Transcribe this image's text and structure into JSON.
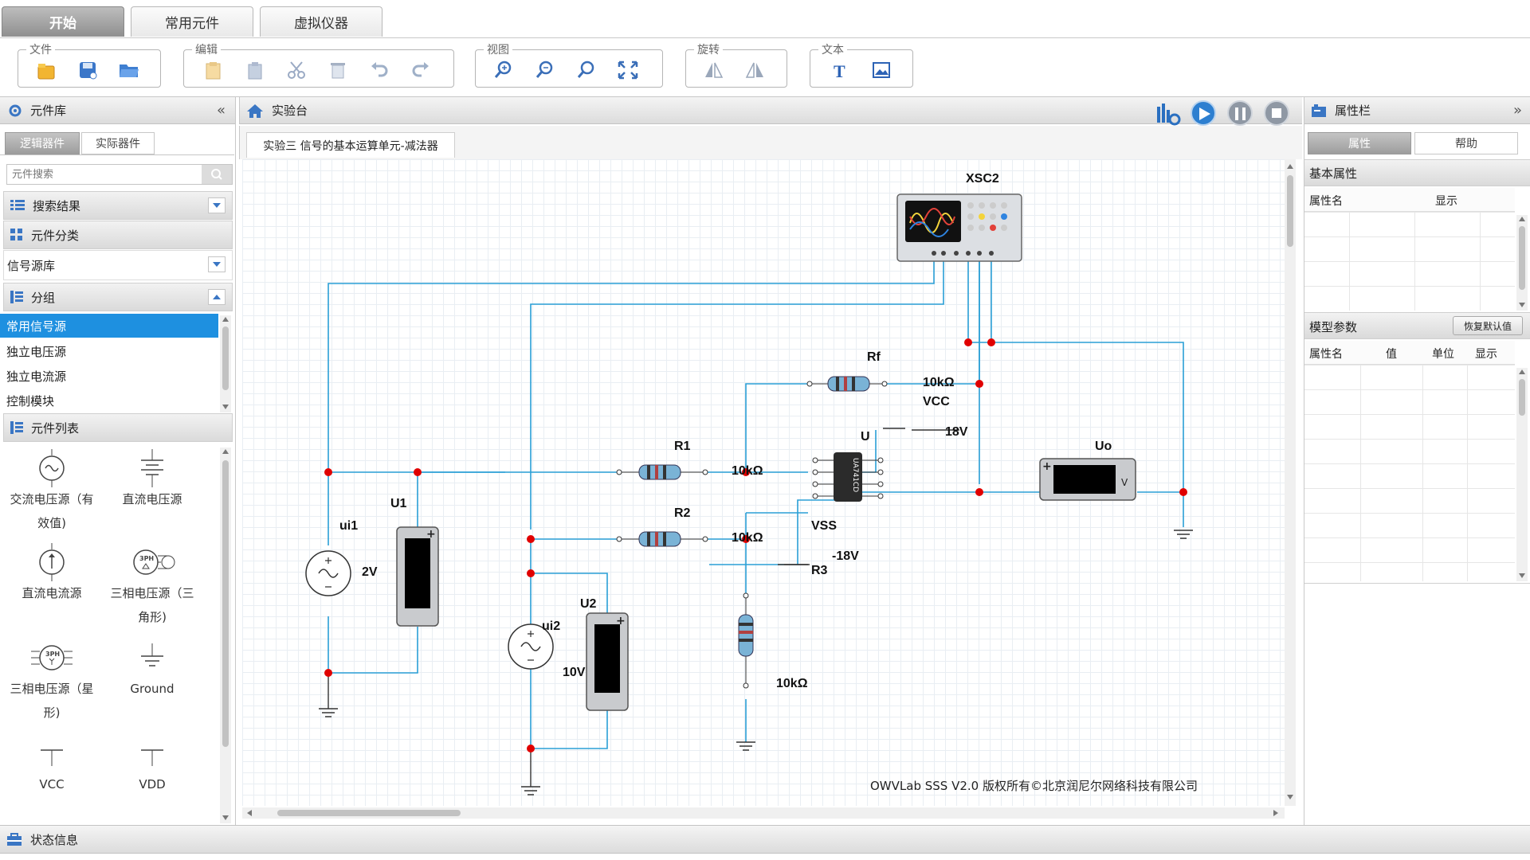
{
  "top_tabs": [
    {
      "label": "开始",
      "active": true
    },
    {
      "label": "常用元件",
      "active": false
    },
    {
      "label": "虚拟仪器",
      "active": false
    }
  ],
  "ribbon": {
    "groups": [
      {
        "title": "文件",
        "buttons": [
          "new-file",
          "save",
          "open-folder"
        ]
      },
      {
        "title": "编辑",
        "buttons": [
          "paste",
          "copy",
          "cut",
          "delete",
          "undo",
          "redo"
        ]
      },
      {
        "title": "视图",
        "buttons": [
          "zoom-in",
          "zoom-out",
          "zoom-fit",
          "fullscreen"
        ]
      },
      {
        "title": "旋转",
        "buttons": [
          "rotate-left",
          "flip"
        ]
      },
      {
        "title": "文本",
        "buttons": [
          "text",
          "image"
        ]
      }
    ]
  },
  "left_panel": {
    "title": "元件库",
    "tabs": [
      {
        "label": "逻辑器件",
        "active": true
      },
      {
        "label": "实际器件",
        "active": false
      }
    ],
    "search_placeholder": "元件搜索",
    "search_results_label": "搜索结果",
    "category_label": "元件分类",
    "category_value": "信号源库",
    "group_label": "分组",
    "groups": [
      {
        "label": "常用信号源",
        "selected": true
      },
      {
        "label": "独立电压源",
        "selected": false
      },
      {
        "label": "独立电流源",
        "selected": false
      },
      {
        "label": "控制模块",
        "selected": false
      }
    ],
    "list_label": "元件列表",
    "components": [
      {
        "name": "交流电压源（有效值)",
        "line1": "交流电压源（有",
        "line2": "效值)",
        "icon": "ac-source-icon"
      },
      {
        "name": "直流电压源",
        "line1": "直流电压源",
        "line2": "",
        "icon": "dc-source-icon"
      },
      {
        "name": "直流电流源",
        "line1": "直流电流源",
        "line2": "",
        "icon": "current-source-icon"
      },
      {
        "name": "三相电压源（三角形)",
        "line1": "三相电压源（三",
        "line2": "角形)",
        "icon": "three-phase-delta-icon"
      },
      {
        "name": "三相电压源（星形)",
        "line1": "三相电压源（星",
        "line2": "形)",
        "icon": "three-phase-star-icon"
      },
      {
        "name": "Ground",
        "line1": "Ground",
        "line2": "",
        "icon": "ground-icon"
      },
      {
        "name": "VCC",
        "line1": "VCC",
        "line2": "",
        "icon": "vcc-icon"
      },
      {
        "name": "VDD",
        "line1": "VDD",
        "line2": "",
        "icon": "vdd-icon"
      }
    ]
  },
  "workbench": {
    "title": "实验台",
    "doc_tab": "实验三 信号的基本运算单元-减法器",
    "controls": [
      "instrument-settings",
      "run",
      "pause",
      "stop"
    ]
  },
  "circuit": {
    "labels": {
      "xsc2": "XSC2",
      "rf": "Rf",
      "rf_value": "10kΩ",
      "vcc": "VCC",
      "vcc_value": "18V",
      "u": "U",
      "chip": "UA741CD",
      "r1": "R1",
      "r1_value": "10kΩ",
      "r2": "R2",
      "r2_value": "10kΩ",
      "vss": "VSS",
      "vss_value": "-18V",
      "r3": "R3",
      "r3_value": "10kΩ",
      "uo": "Uo",
      "u1": "U1",
      "ui1": "ui1",
      "ui1_value": "2V",
      "u2": "U2",
      "ui2": "ui2",
      "ui2_value": "10V"
    },
    "copyright": "OWVLab SSS V2.0 版权所有©北京润尼尔网络科技有限公司"
  },
  "right_panel": {
    "title": "属性栏",
    "tabs": [
      {
        "label": "属性",
        "active": true
      },
      {
        "label": "帮助",
        "active": false
      }
    ],
    "basic_section": "基本属性",
    "basic_columns": [
      "属性名",
      "显示"
    ],
    "model_section": "模型参数",
    "restore_button": "恢复默认值",
    "model_columns": [
      "属性名",
      "值",
      "单位",
      "显示"
    ]
  },
  "status_bar": {
    "label": "状态信息"
  },
  "colors": {
    "wire": "#2a9fd6",
    "node": "#e00000",
    "selected": "#1e90e0"
  }
}
